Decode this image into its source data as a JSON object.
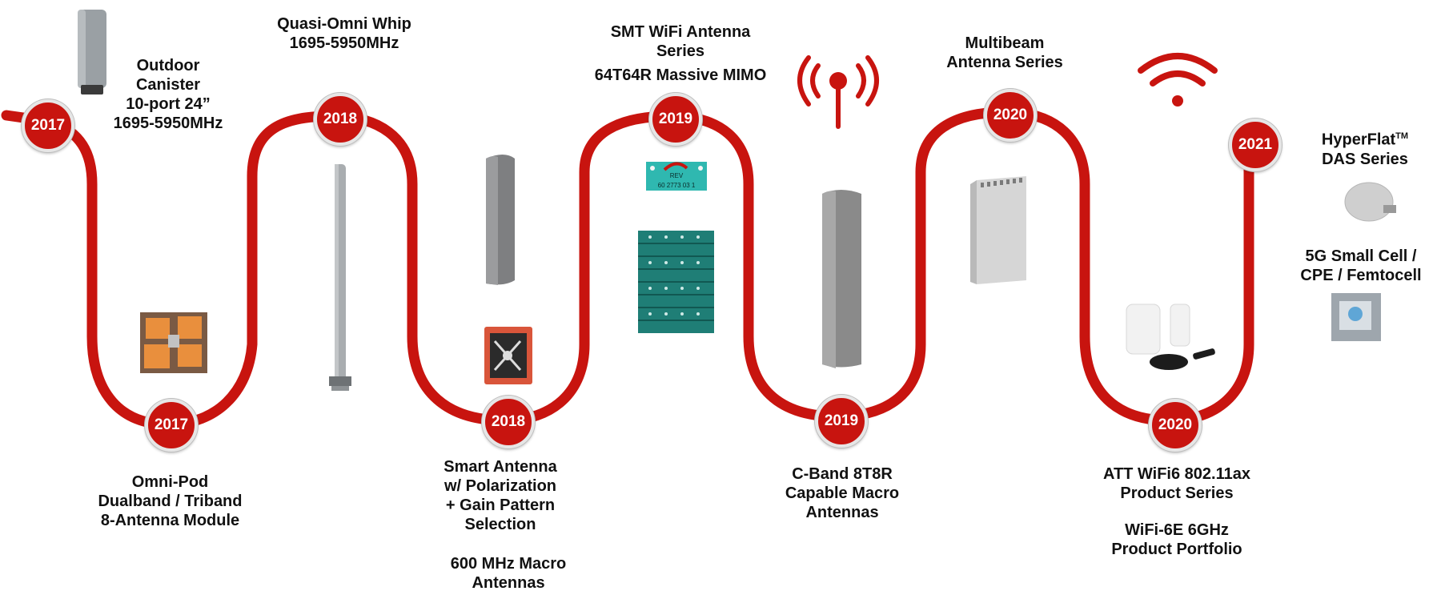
{
  "milestones": [
    {
      "year": "2017",
      "lines": [
        "Outdoor",
        "Canister",
        "10-port 24”",
        "1695-5950MHz"
      ]
    },
    {
      "year": "2017",
      "lines": [
        "Omni-Pod",
        "Dualband / Triband",
        "8-Antenna Module"
      ]
    },
    {
      "year": "2018",
      "lines": [
        "Quasi-Omni Whip",
        "1695-5950MHz"
      ]
    },
    {
      "year": "2018",
      "lines": [
        "Smart Antenna",
        "w/ Polarization",
        "+ Gain Pattern",
        "Selection"
      ],
      "extra": [
        "600 MHz Macro",
        "Antennas"
      ]
    },
    {
      "year": "2019",
      "lines": [
        "SMT WiFi Antenna",
        "Series",
        "64T64R Massive MIMO"
      ]
    },
    {
      "year": "2019",
      "lines": [
        "C-Band 8T8R",
        "Capable Macro",
        "Antennas"
      ]
    },
    {
      "year": "2020",
      "lines": [
        "Multibeam",
        "Antenna Series"
      ]
    },
    {
      "year": "2020",
      "lines": [
        "ATT WiFi6 802.11ax",
        "Product Series"
      ],
      "extra": [
        "WiFi-6E 6GHz",
        "Product Portfolio"
      ]
    },
    {
      "year": "2021",
      "lines_a": [
        "HyperFlat",
        "DAS Series"
      ],
      "tm": "TM",
      "lines": [
        "5G Small Cell /",
        "CPE / Femtocell"
      ]
    }
  ],
  "pcb_marking": {
    "line1": "REV",
    "line2": "60 2773 03 1"
  },
  "colors": {
    "track": "#c8140f",
    "node_ring": "#e6e6e6",
    "product_gray": "#8a8a8a"
  }
}
